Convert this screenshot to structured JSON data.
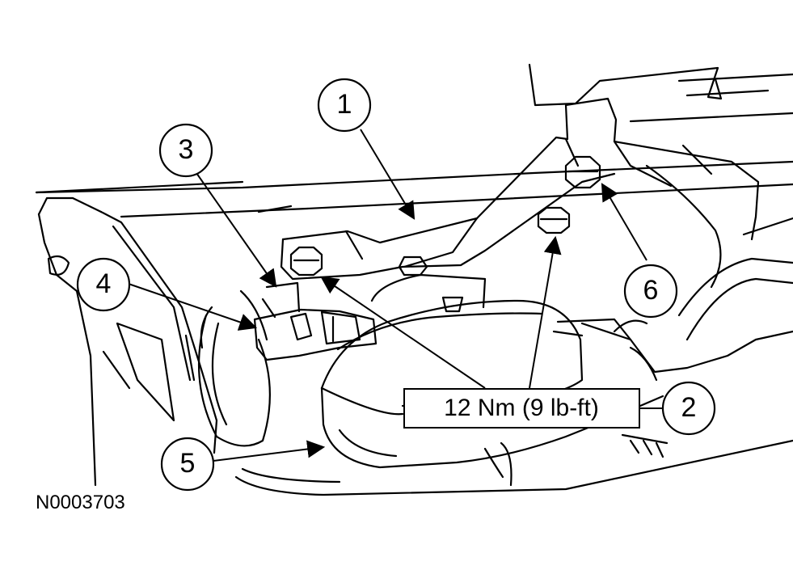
{
  "diagram": {
    "callouts": {
      "c1": "1",
      "c2": "2",
      "c3": "3",
      "c4": "4",
      "c5": "5",
      "c6": "6"
    },
    "torque_spec": "12 Nm (9 lb-ft)",
    "figure_id": "N0003703"
  }
}
